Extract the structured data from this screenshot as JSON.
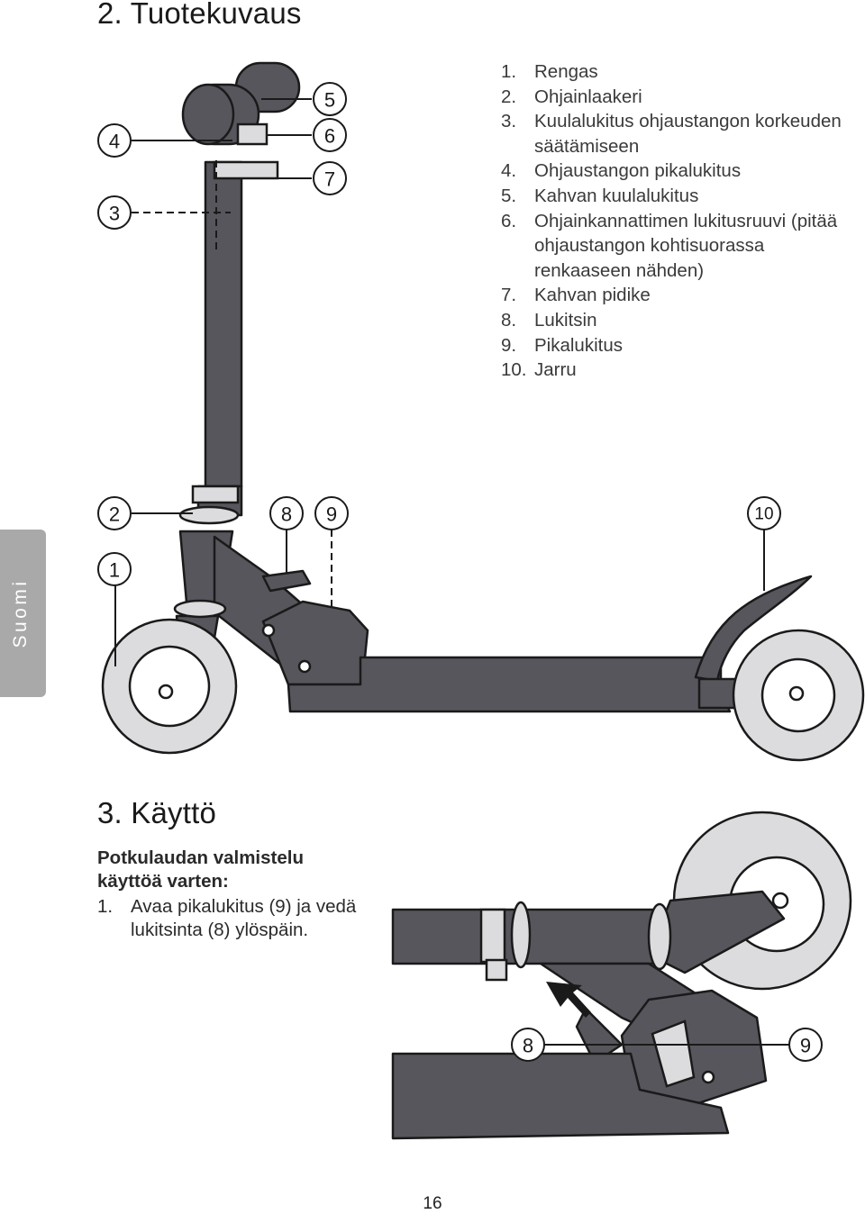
{
  "section2": {
    "title": "2. Tuotekuvaus"
  },
  "parts": [
    {
      "num": "1.",
      "text": "Rengas"
    },
    {
      "num": "2.",
      "text": "Ohjainlaakeri"
    },
    {
      "num": "3.",
      "text": "Kuulalukitus ohjaustangon korkeuden säätämiseen"
    },
    {
      "num": "4.",
      "text": "Ohjaustangon pikalukitus"
    },
    {
      "num": "5.",
      "text": "Kahvan kuulalukitus"
    },
    {
      "num": "6.",
      "text": "Ohjainkannattimen lukitusruuvi (pitää ohjaustangon kohtisuorassa renkaaseen nähden)"
    },
    {
      "num": "7.",
      "text": "Kahvan pidike"
    },
    {
      "num": "8.",
      "text": "Lukitsin"
    },
    {
      "num": "9.",
      "text": "Pikalukitus"
    },
    {
      "num": "10.",
      "text": "Jarru"
    }
  ],
  "callouts": {
    "c1": "1",
    "c2": "2",
    "c3": "3",
    "c4": "4",
    "c5": "5",
    "c6": "6",
    "c7": "7",
    "c8": "8",
    "c9": "9",
    "c10": "10",
    "d8": "8",
    "d9": "9"
  },
  "section3": {
    "title": "3. Käyttö",
    "subtitle_line1": "Potkulaudan valmistelu",
    "subtitle_line2": "käyttöä varten:",
    "step_num": "1.",
    "step_text": "Avaa pikalukitus (9) ja vedä lukitsinta (8) ylöspäin."
  },
  "side_tab": "Suomi",
  "page_number": "16",
  "colors": {
    "frame": "#57565c",
    "wheel": "#dcdcde",
    "tab": "#a9a9a9"
  }
}
